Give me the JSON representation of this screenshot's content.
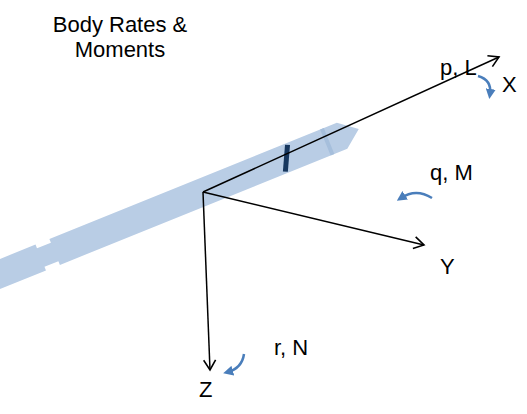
{
  "diagram": {
    "title": "Body Rates & Moments",
    "labels": [
      "p, L",
      "X",
      "q, M",
      "Y",
      "r, N",
      "Z"
    ]
  }
}
